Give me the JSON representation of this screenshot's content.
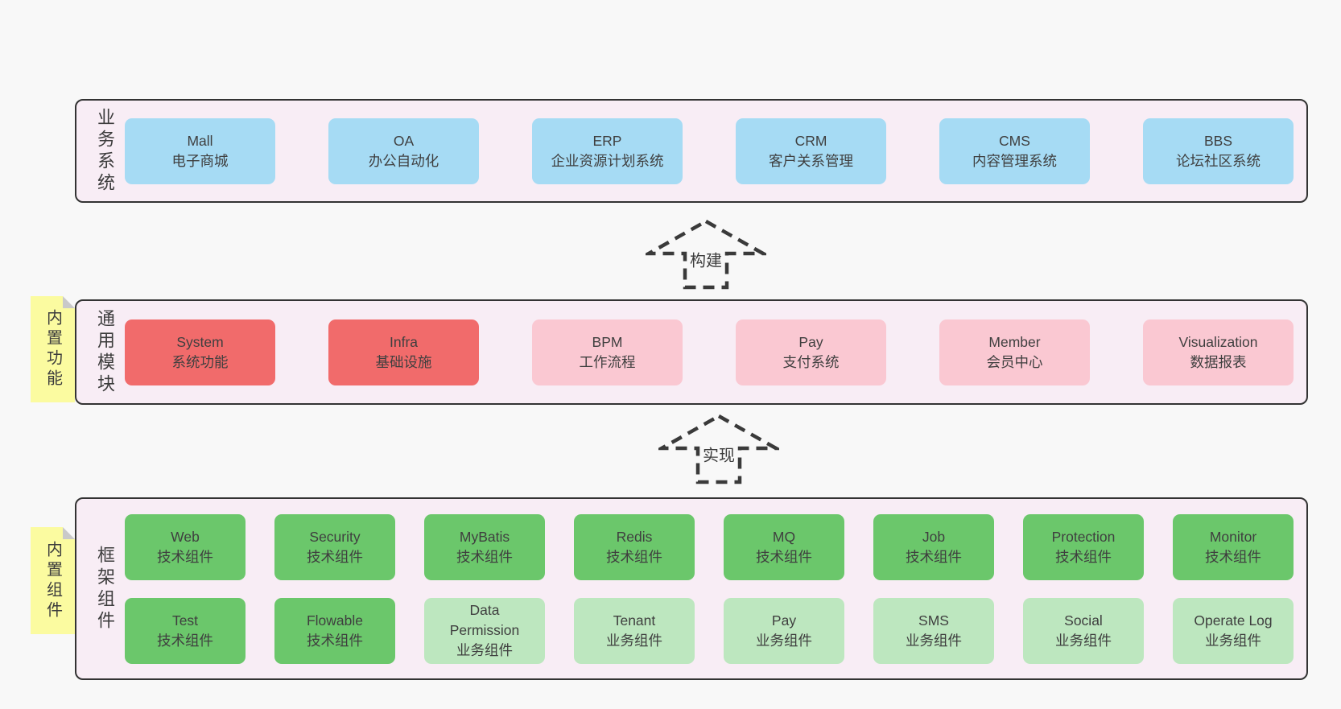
{
  "page": {
    "background": "#f8f8f8"
  },
  "colors": {
    "layer_background": "#f8edf5",
    "layer_border": "#333333",
    "blue_box": "#a6dbf4",
    "red_box": "#f16b6b",
    "pink_box": "#fac8d2",
    "green_box": "#6bc76b",
    "light_green_box": "#bde7bf",
    "note_yellow": "#fbfba0",
    "note_fold_gray": "#c9c9c9",
    "text": "#3c3c3c"
  },
  "layers": [
    {
      "label": "业务系统",
      "boxes": [
        {
          "name": "Mall",
          "desc": "电子商城",
          "variant": "blue"
        },
        {
          "name": "OA",
          "desc": "办公自动化",
          "variant": "blue"
        },
        {
          "name": "ERP",
          "desc": "企业资源计划系统",
          "variant": "blue"
        },
        {
          "name": "CRM",
          "desc": "客户关系管理",
          "variant": "blue"
        },
        {
          "name": "CMS",
          "desc": "内容管理系统",
          "variant": "blue"
        },
        {
          "name": "BBS",
          "desc": "论坛社区系统",
          "variant": "blue"
        }
      ]
    },
    {
      "label": "通用模块",
      "note": "内置功能",
      "boxes": [
        {
          "name": "System",
          "desc": "系统功能",
          "variant": "red"
        },
        {
          "name": "Infra",
          "desc": "基础设施",
          "variant": "red"
        },
        {
          "name": "BPM",
          "desc": "工作流程",
          "variant": "pink"
        },
        {
          "name": "Pay",
          "desc": "支付系统",
          "variant": "pink"
        },
        {
          "name": "Member",
          "desc": "会员中心",
          "variant": "pink"
        },
        {
          "name": "Visualization",
          "desc": "数据报表",
          "variant": "pink"
        }
      ]
    },
    {
      "label": "框架组件",
      "note": "内置组件",
      "rows": [
        [
          {
            "name": "Web",
            "desc": "技术组件",
            "variant": "green"
          },
          {
            "name": "Security",
            "desc": "技术组件",
            "variant": "green"
          },
          {
            "name": "MyBatis",
            "desc": "技术组件",
            "variant": "green"
          },
          {
            "name": "Redis",
            "desc": "技术组件",
            "variant": "green"
          },
          {
            "name": "MQ",
            "desc": "技术组件",
            "variant": "green"
          },
          {
            "name": "Job",
            "desc": "技术组件",
            "variant": "green"
          },
          {
            "name": "Protection",
            "desc": "技术组件",
            "variant": "green"
          },
          {
            "name": "Monitor",
            "desc": "技术组件",
            "variant": "green"
          }
        ],
        [
          {
            "name": "Test",
            "desc": "技术组件",
            "variant": "green"
          },
          {
            "name": "Flowable",
            "desc": "技术组件",
            "variant": "green"
          },
          {
            "name": "Data Permission",
            "desc": "业务组件",
            "variant": "light-green"
          },
          {
            "name": "Tenant",
            "desc": "业务组件",
            "variant": "light-green"
          },
          {
            "name": "Pay",
            "desc": "业务组件",
            "variant": "light-green"
          },
          {
            "name": "SMS",
            "desc": "业务组件",
            "variant": "light-green"
          },
          {
            "name": "Social",
            "desc": "业务组件",
            "variant": "light-green"
          },
          {
            "name": "Operate Log",
            "desc": "业务组件",
            "variant": "light-green"
          }
        ]
      ]
    }
  ],
  "arrows": [
    {
      "label": "构建"
    },
    {
      "label": "实现"
    }
  ]
}
